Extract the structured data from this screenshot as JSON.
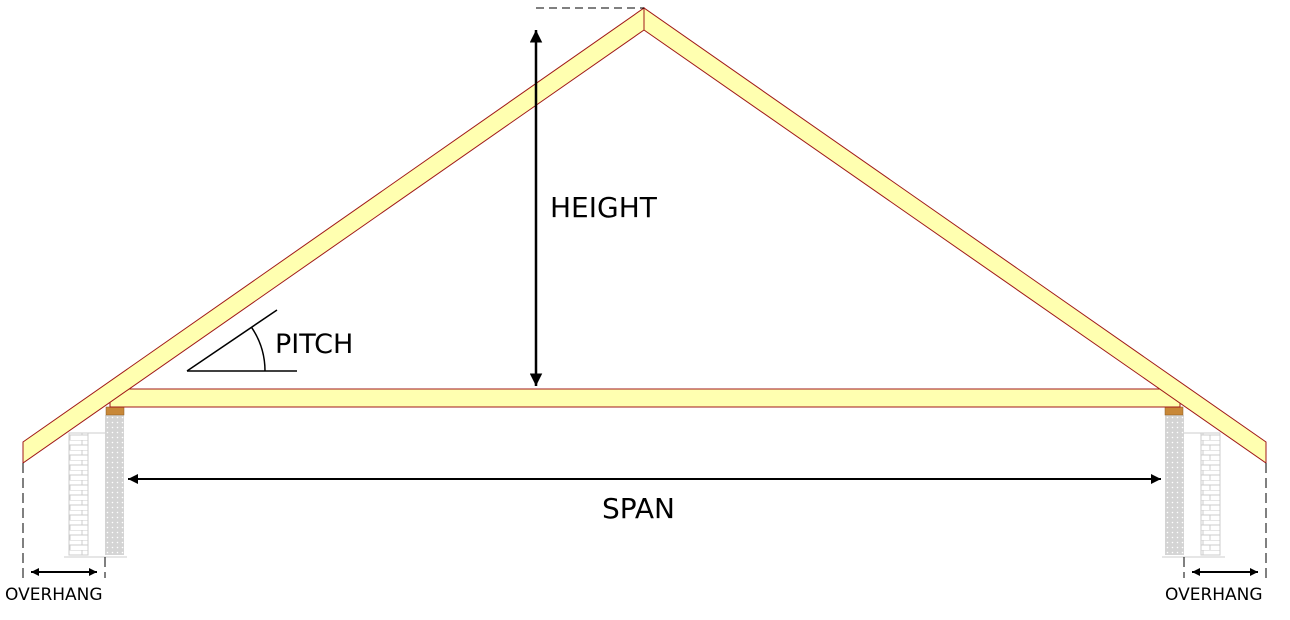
{
  "labels": {
    "height": "HEIGHT",
    "pitch": "PITCH",
    "span": "SPAN",
    "overhang_left": "OVERHANG",
    "overhang_right": "OVERHANG"
  },
  "colors": {
    "timber_fill": "#ffffb0",
    "timber_edge": "#a01818",
    "wall_plate": "#c88838",
    "block_wall": "#d4d4d4",
    "brick_line": "#cccccc",
    "dimension": "#000000"
  }
}
